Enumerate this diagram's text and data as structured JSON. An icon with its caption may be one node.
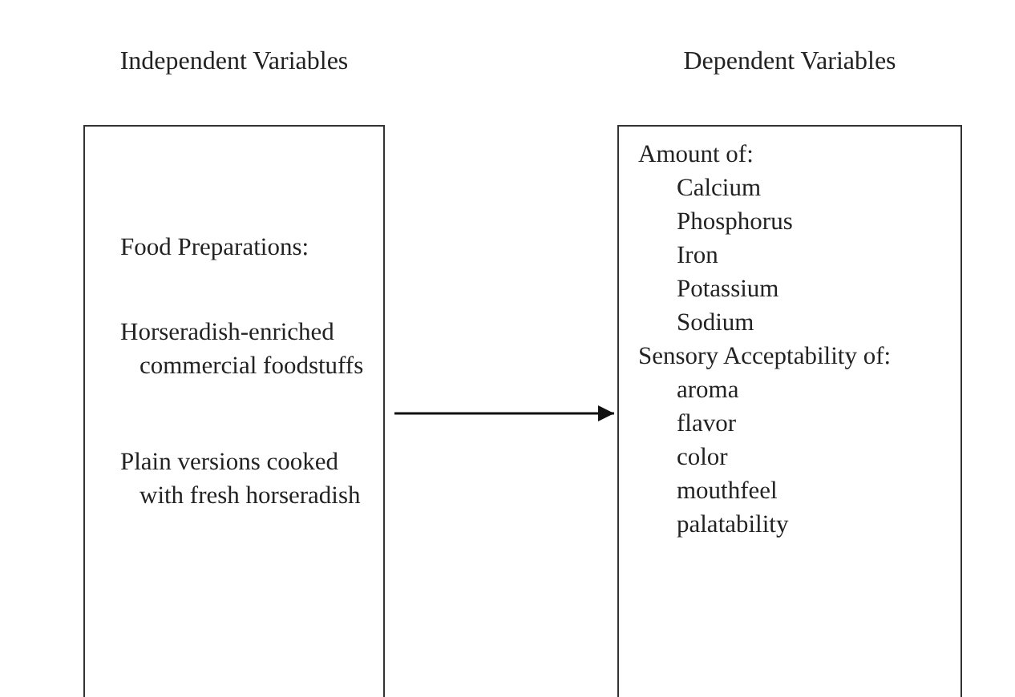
{
  "diagram": {
    "nodes": [
      {
        "text": [
          "Independent Variables",
          "Food Preparations:",
          "Horseradish-enriched commercial foodstuffs",
          "Plain versions cooked with fresh horseradish"
        ]
      },
      {
        "text": [
          "Dependent Variables",
          "Amount of:",
          "Calcium",
          "Phosphorus",
          "Iron",
          "Potassium",
          "Sodium",
          "Sensory Acceptability of:",
          "aroma",
          "flavor",
          "color",
          "mouthfeel",
          "palatability"
        ]
      }
    ],
    "edges": [
      {
        "from": 0,
        "to": 1,
        "arrow": "to"
      }
    ]
  }
}
